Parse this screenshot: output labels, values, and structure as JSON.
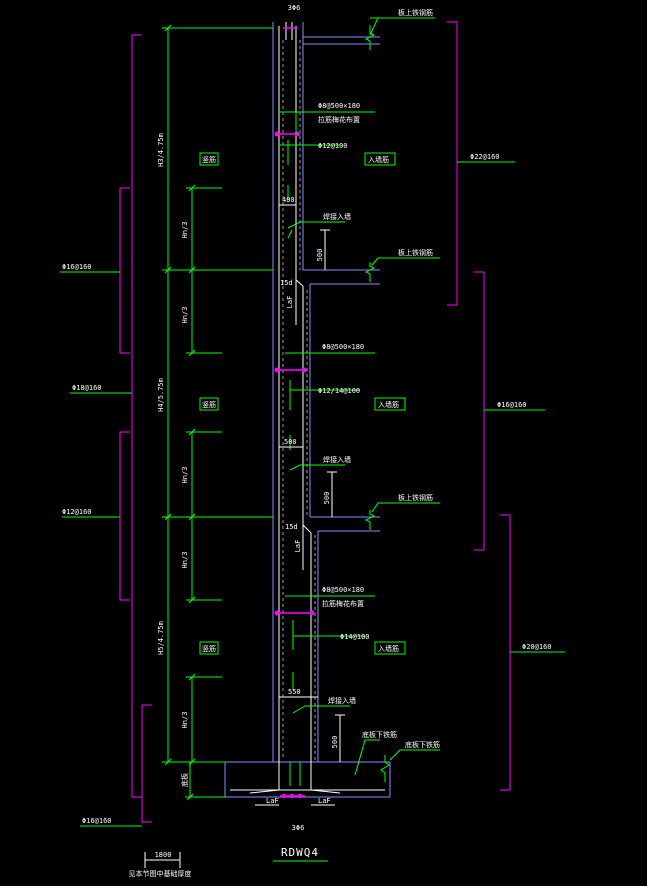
{
  "title": "RDWQ4",
  "colors": {
    "background": "#000000",
    "concrete": "#8a8aff",
    "rebar": "#ffffff",
    "dimension": "#00ff00",
    "annotation": "#ff00ff",
    "leader": "#00ff00",
    "fill": "#ffff00"
  },
  "labels": {
    "top_spacing": "3Φ6",
    "bottom_spacing": "3Φ6",
    "h1": "H3/4.75m",
    "h2": "H4/5.75m",
    "h3": "H5/4.75m",
    "mark_1": "竖筋",
    "mark_2": "竖筋",
    "mark_3": "竖筋",
    "box_1": "入墙筋",
    "box_2": "入墙筋",
    "box_3": "入墙筋",
    "seg_1": "Hn/3",
    "seg_2": "Hn/3",
    "seg_3": "Hn/3",
    "seg_4": "Hn/3",
    "seg_5": "Hn/3",
    "left_1": "Φ16@160",
    "left_2": "Φ18@160",
    "left_3": "Φ12@160",
    "left_4": "Φ16@160",
    "right_1": "Φ22@160",
    "right_2": "Φ16@160",
    "right_3": "Φ20@160",
    "note_1": "Φ8@500×180",
    "note_2": "拉筋梅花布置",
    "note_3": "Φ12@100",
    "note_4": "Φ8@500×180",
    "note_5": "Φ12/14@100",
    "note_6": "Φ8@500×180",
    "note_7": "拉筋梅花布置",
    "note_8": "Φ14@100",
    "floor_1": "板上铁钢筋",
    "floor_2": "板上铁钢筋",
    "floor_3": "板上铁钢筋",
    "weld_1": "焊接入墙",
    "weld_2": "焊接入墙",
    "weld_3": "焊接入墙",
    "base_1": "底板下铁筋",
    "base_2": "底板下铁筋",
    "dim_400": "400",
    "dim_500a": "500",
    "dim_500b": "500",
    "dim_500c": "500",
    "dim_550": "550",
    "dim_500d": "500",
    "lof_1": "15d",
    "lof_2": "LaF",
    "lof_3": "15d",
    "lof_4": "LaF",
    "lof_5": "LaF",
    "lof_6": "LaF",
    "dim_1800": "1800",
    "bottom_note": "见本节图中基础厚度",
    "base_label": "底板"
  }
}
